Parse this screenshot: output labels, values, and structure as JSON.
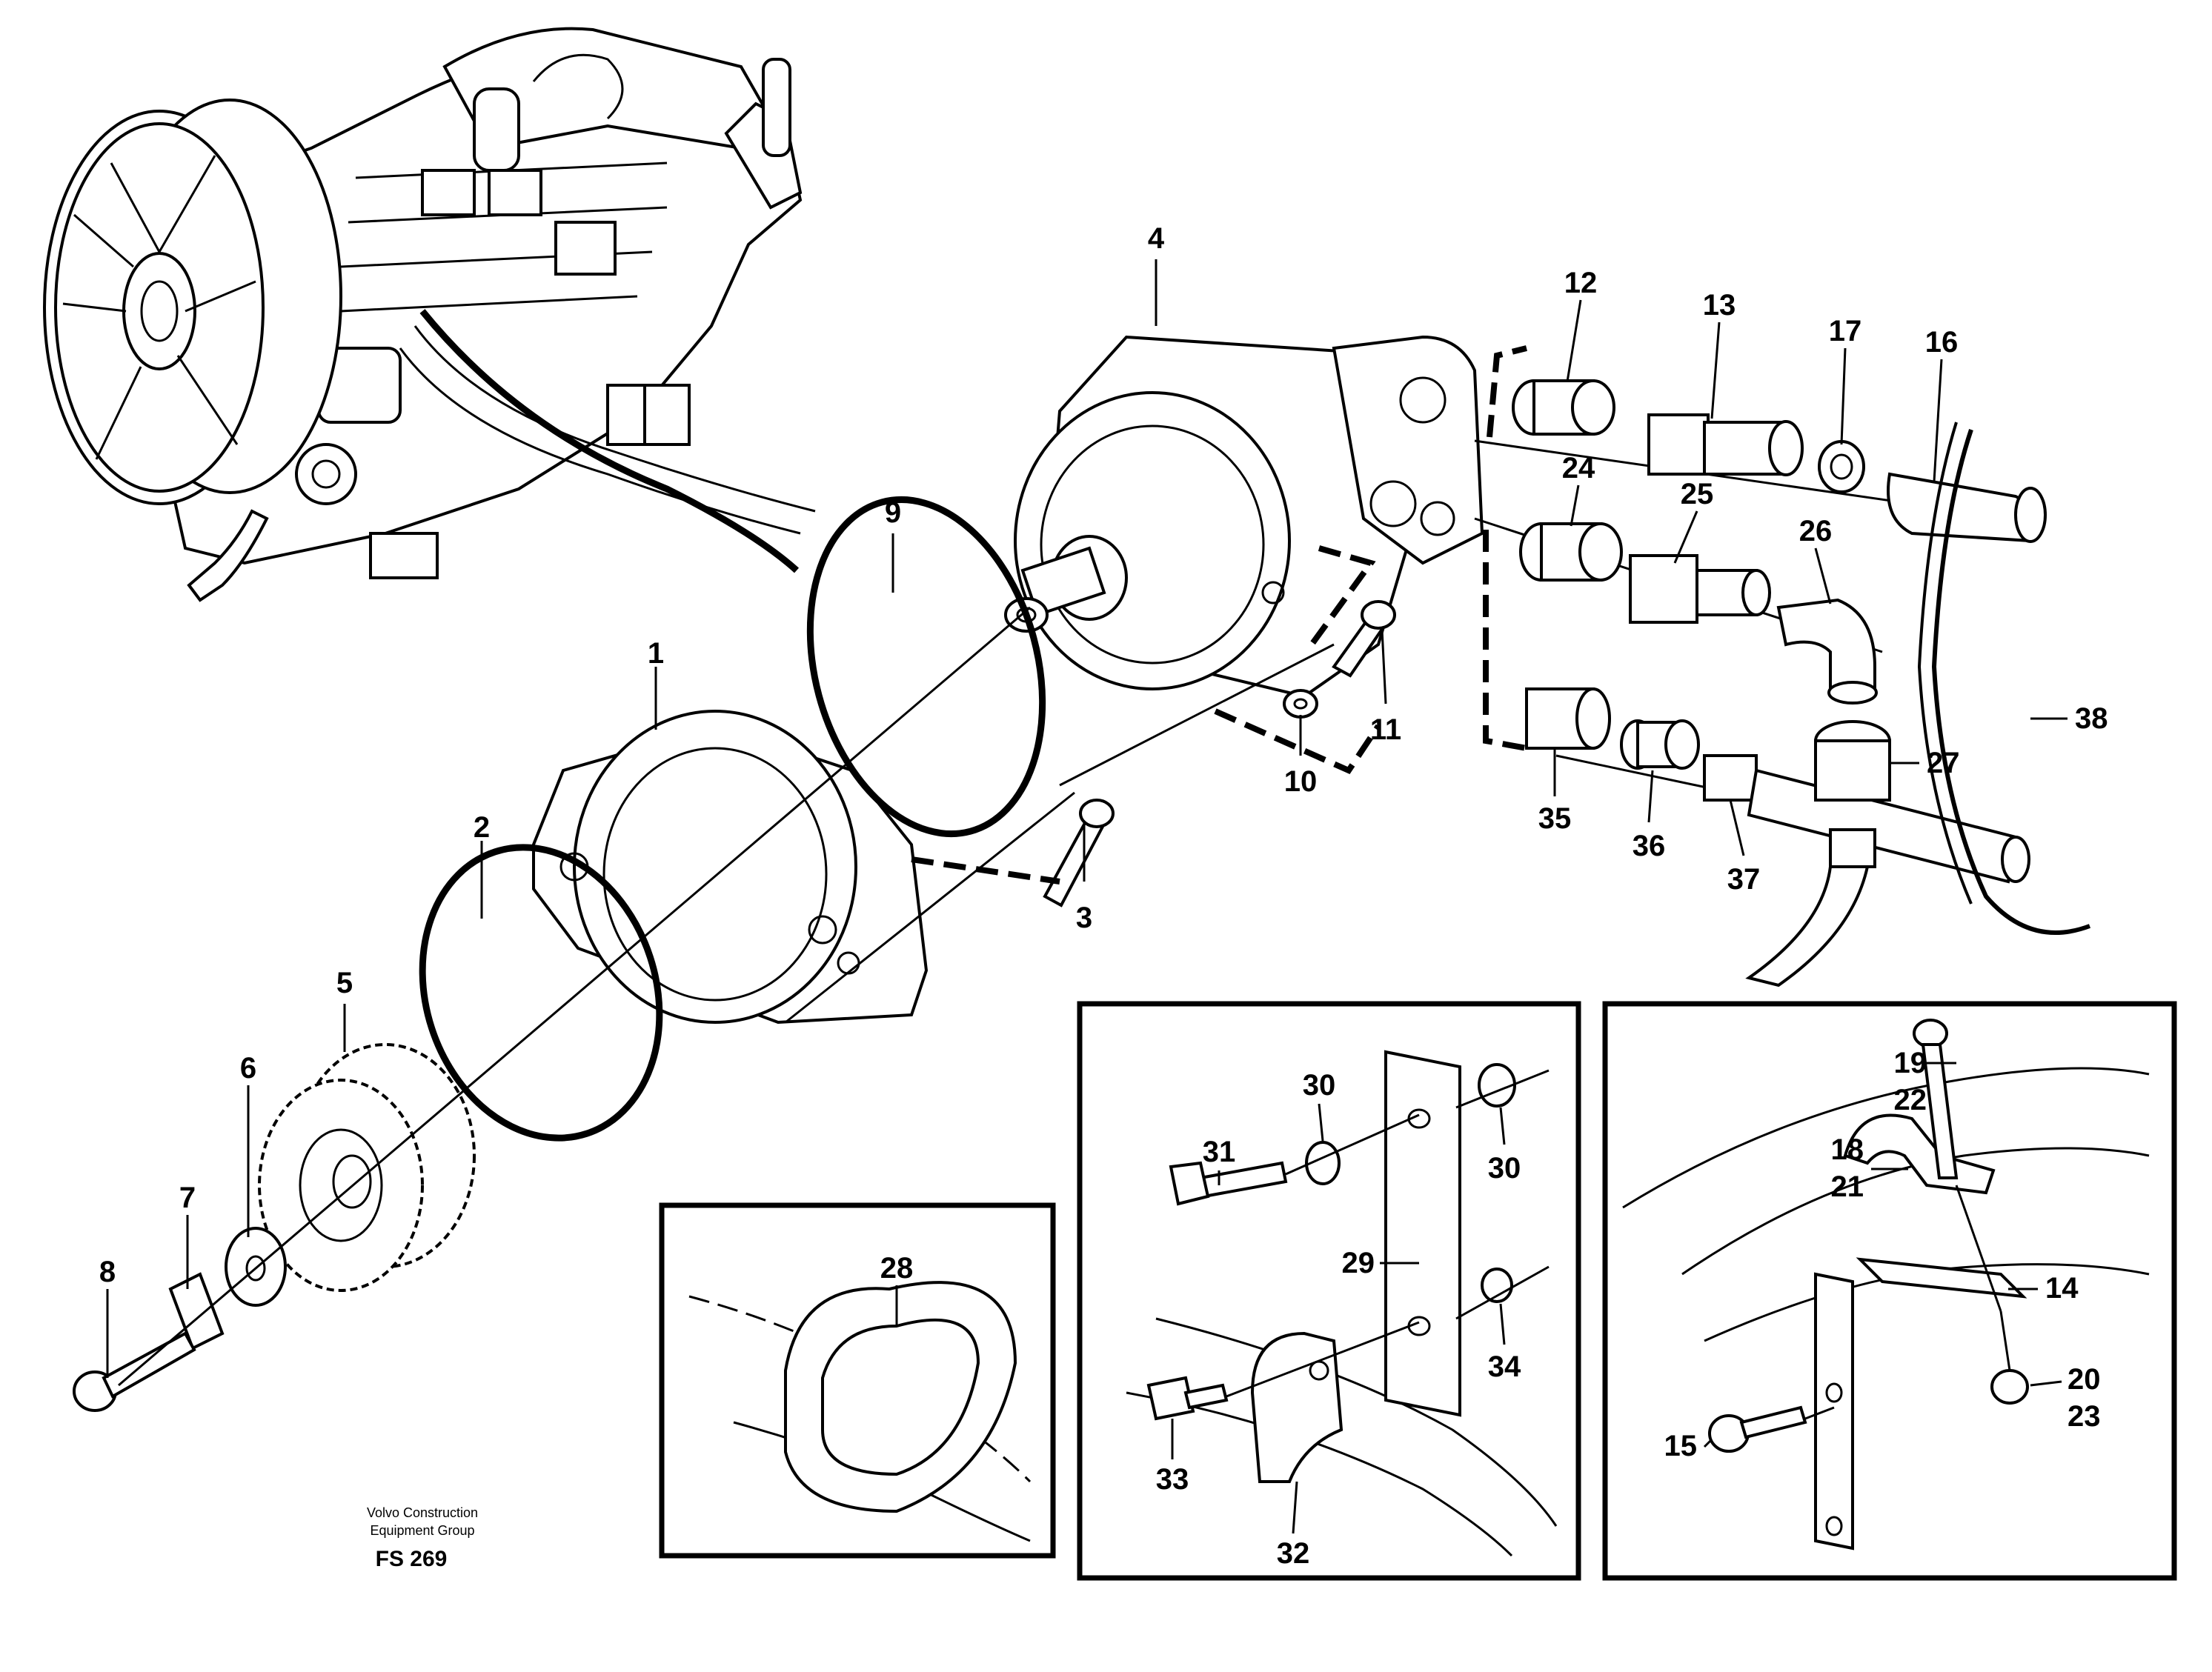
{
  "credit": {
    "line1": "Volvo Construction",
    "line2": "Equipment Group",
    "code": "FS 269"
  },
  "labels": {
    "l1": "1",
    "l2": "2",
    "l3": "3",
    "l4": "4",
    "l5": "5",
    "l6": "6",
    "l7": "7",
    "l8": "8",
    "l9": "9",
    "l10": "10",
    "l11": "11",
    "l12": "12",
    "l13": "13",
    "l14": "14",
    "l15": "15",
    "l16": "16",
    "l17": "17",
    "l18": "18",
    "l19": "19",
    "l20": "20",
    "l21": "21",
    "l22": "22",
    "l23": "23",
    "l24": "24",
    "l25": "25",
    "l26": "26",
    "l27": "27",
    "l28": "28",
    "l29": "29",
    "l30a": "30",
    "l30b": "30",
    "l31": "31",
    "l32": "32",
    "l33": "33",
    "l34": "34",
    "l35": "35",
    "l36": "36",
    "l37": "37",
    "l38": "38"
  }
}
